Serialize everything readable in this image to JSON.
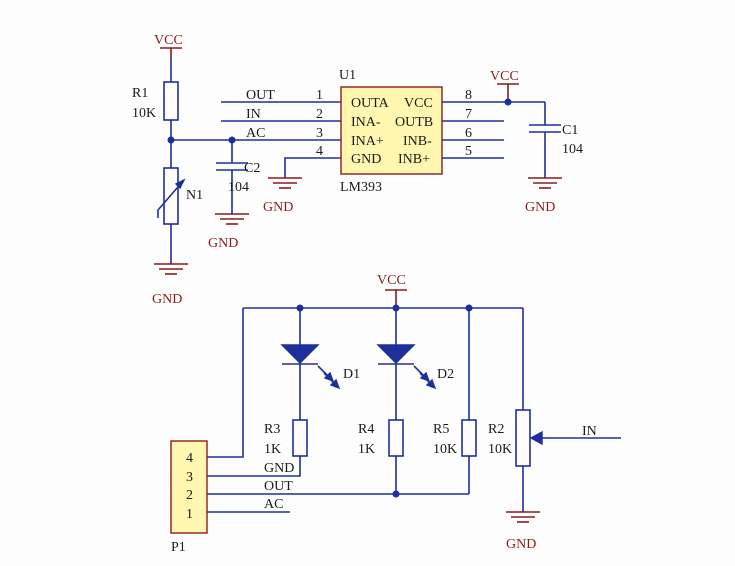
{
  "power": {
    "vcc": "VCC",
    "gnd": "GND"
  },
  "u1": {
    "ref": "U1",
    "part": "LM393",
    "left_pins": [
      {
        "num": "1",
        "name": "OUTA",
        "net": "OUT"
      },
      {
        "num": "2",
        "name": "INA-",
        "net": "IN"
      },
      {
        "num": "3",
        "name": "INA+",
        "net": "AC"
      },
      {
        "num": "4",
        "name": "GND",
        "net": ""
      }
    ],
    "right_pins": [
      {
        "num": "8",
        "name": "VCC"
      },
      {
        "num": "7",
        "name": "OUTB"
      },
      {
        "num": "6",
        "name": "INB-"
      },
      {
        "num": "5",
        "name": "INB+"
      }
    ]
  },
  "r1": {
    "ref": "R1",
    "value": "10K"
  },
  "n1": {
    "ref": "N1"
  },
  "c1": {
    "ref": "C1",
    "value": "104"
  },
  "c2": {
    "ref": "C2",
    "value": "104"
  },
  "d1": {
    "ref": "D1"
  },
  "d2": {
    "ref": "D2"
  },
  "r3": {
    "ref": "R3",
    "value": "1K"
  },
  "r4": {
    "ref": "R4",
    "value": "1K"
  },
  "r5": {
    "ref": "R5",
    "value": "10K"
  },
  "r2": {
    "ref": "R2",
    "value": "10K"
  },
  "p1": {
    "ref": "P1",
    "pins": [
      {
        "num": "4",
        "net": ""
      },
      {
        "num": "3",
        "net": "GND"
      },
      {
        "num": "2",
        "net": "OUT"
      },
      {
        "num": "1",
        "net": "AC"
      }
    ]
  },
  "nets": {
    "in_label": "IN"
  },
  "colors": {
    "wire": "#1e2f9c",
    "power_symbol": "#8a1c1c",
    "chip_fill": "#fff6b0"
  }
}
